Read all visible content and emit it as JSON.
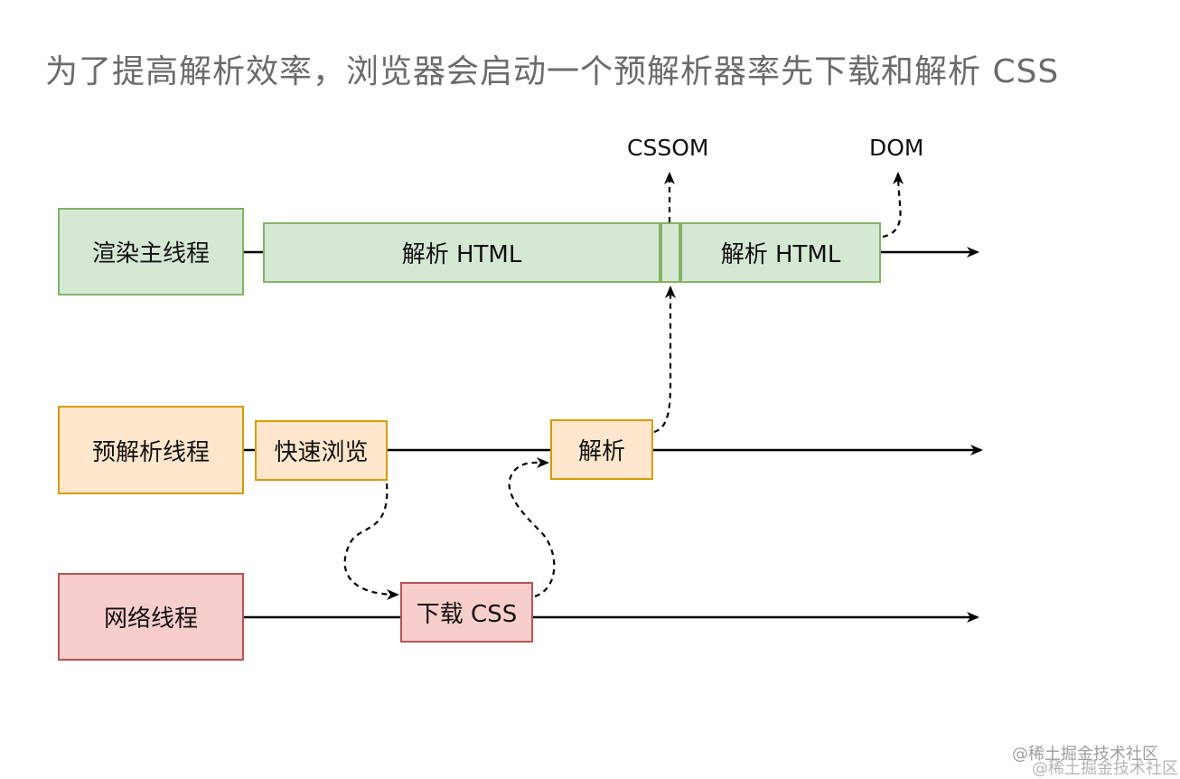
{
  "title": "为了提高解析效率，浏览器会启动一个预解析器率先下载和解析  CSS",
  "threads": {
    "render": "渲染主线程",
    "preparse": "预解析线程",
    "network": "网络线程"
  },
  "tasks": {
    "parse_html_1": "解析 HTML",
    "parse_html_2": "解析 HTML",
    "quick_scan": "快速浏览",
    "parse": "解析",
    "download_css": "下载 CSS"
  },
  "outputs": {
    "cssom": "CSSOM",
    "dom": "DOM"
  },
  "watermark": "@稀土掘金技术社区",
  "colors": {
    "green_fill": "#d5e8d4",
    "green_stroke": "#82b366",
    "orange_fill": "#ffe6cc",
    "orange_stroke": "#d79b00",
    "red_fill": "#f8cecc",
    "red_stroke": "#b85450"
  }
}
